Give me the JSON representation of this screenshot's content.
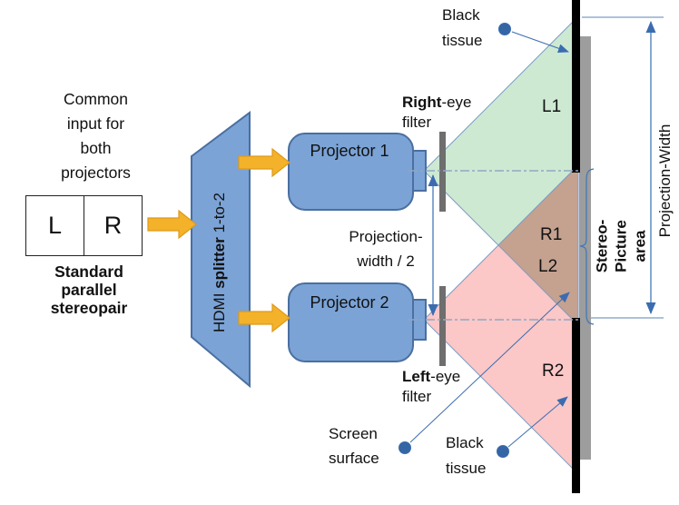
{
  "title": "Dual-projector stereo projection diagram",
  "colors": {
    "device_blue": "#7ba3d6",
    "device_border": "#4a6fa0",
    "arrow_yellow": "#f3b229",
    "cone_green": "#cde9d2",
    "cone_pink": "#fbc7c7",
    "overlap_brown": "#c5a190",
    "annotation_blue": "#3b6cb0",
    "screen_gray": "#9d9d9d",
    "tissue_black": "#000000",
    "filter_gray": "#6e6e6e"
  },
  "left_panel": {
    "common_input": "Common\ninput for\nboth\nprojectors",
    "stereopair_box": {
      "left": "L",
      "right": "R"
    },
    "stereopair_caption": "Standard\nparallel\nstereopair"
  },
  "splitter": {
    "prefix": "HDMI ",
    "bold": "splitter",
    "suffix": " 1-to-2"
  },
  "projectors": {
    "p1": "Projector 1",
    "p2": "Projector 2"
  },
  "filters": {
    "right": {
      "bold": "Right",
      "rest": "-eye",
      "line2": "filter"
    },
    "left": {
      "bold": "Left",
      "rest": "-eye",
      "line2": "filter"
    }
  },
  "labels": {
    "projection_width_half": "Projection-\nwidth / 2",
    "projection_width": "Projection-Width",
    "stereo_picture_area": "Stereo-Picture\narea",
    "black_tissue_top": "Black\ntissue",
    "black_tissue_bottom": "Black\ntissue",
    "screen_surface": "Screen\nsurface"
  },
  "zones": {
    "l1": "L1",
    "r1": "R1",
    "l2": "L2",
    "r2": "R2"
  }
}
